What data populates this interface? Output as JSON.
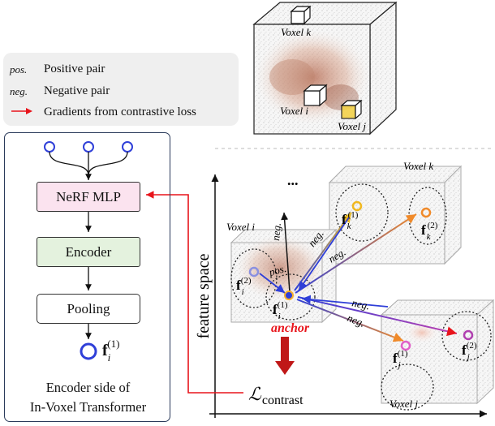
{
  "legend": {
    "items": [
      {
        "key": "pos.",
        "label": "Positive pair"
      },
      {
        "key": "neg.",
        "label": "Negative pair"
      },
      {
        "key": "",
        "label": "Gradients from contrastive loss"
      }
    ],
    "gradient_color": "#e8141b"
  },
  "encoder": {
    "blocks": [
      "NeRF MLP",
      "Encoder",
      "Pooling"
    ],
    "output_symbol": "f",
    "output_sub": "i",
    "output_sup": "(1)",
    "caption_line1": "Encoder side of",
    "caption_line2": "In-Voxel Transformer"
  },
  "top_scene": {
    "voxel_labels": [
      "Voxel k",
      "Voxel i",
      "Voxel j"
    ]
  },
  "feature_space": {
    "ylabel": "feature space",
    "ellipsis": "...",
    "voxel_i": "Voxel i",
    "voxel_k": "Voxel k",
    "voxel_j": "Voxel j",
    "anchor": "anchor",
    "pos_label": "pos.",
    "neg_label": "neg.",
    "loss_symbol": "ℒ",
    "loss_sub": "contrast",
    "features": {
      "fi1": {
        "sub": "i",
        "sup": "(1)"
      },
      "fi2": {
        "sub": "i",
        "sup": "(2)"
      },
      "fk1": {
        "sub": "k",
        "sup": "(1)"
      },
      "fk2": {
        "sub": "k",
        "sup": "(2)"
      },
      "fj1": {
        "sub": "j",
        "sup": "(1)"
      },
      "fj2": {
        "sub": "j",
        "sup": "(2)"
      }
    }
  },
  "colors": {
    "nerf_fill": "#fbe3ef",
    "encoder_fill": "#e4f2de",
    "anchor": "#e8141b",
    "blue": "#2f3fd8"
  }
}
